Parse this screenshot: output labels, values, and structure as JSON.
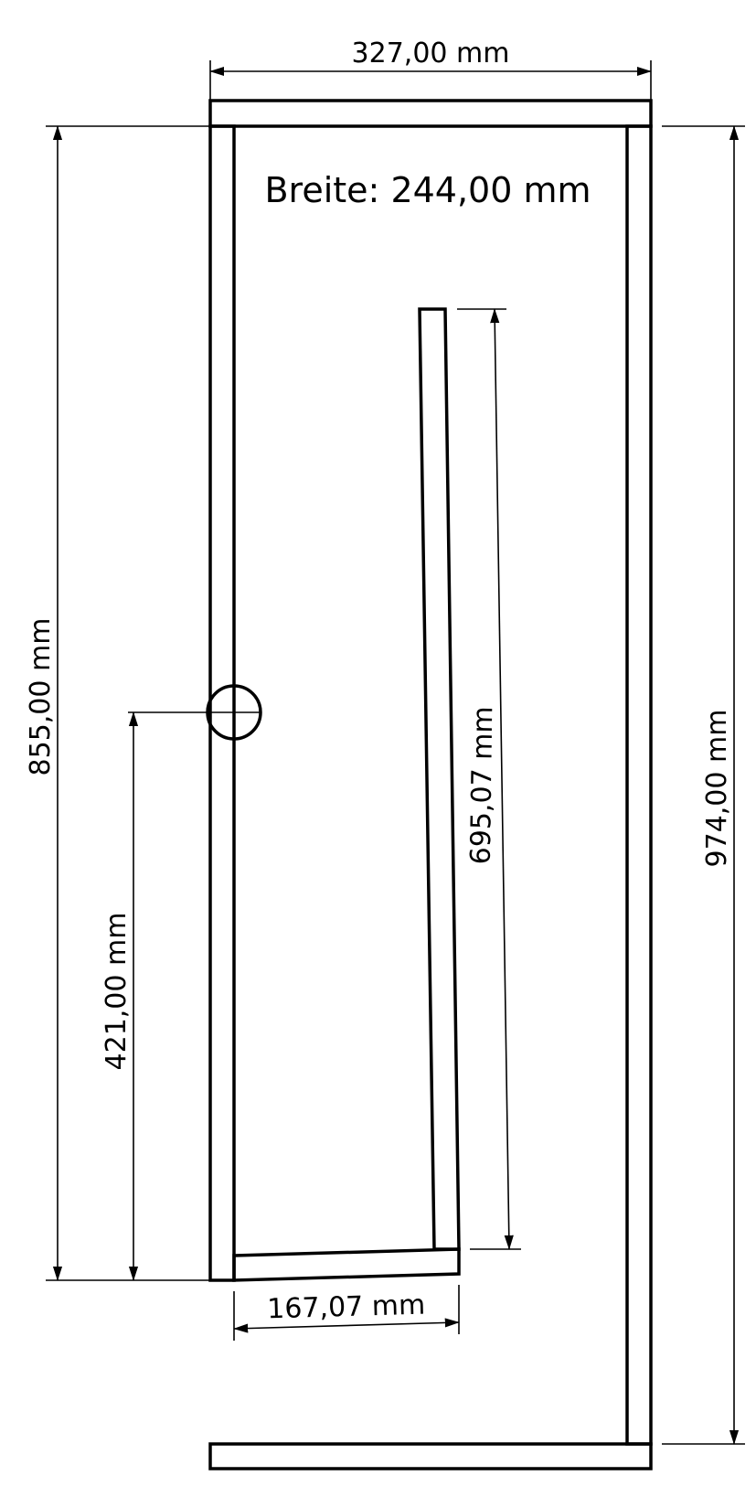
{
  "dimensions": {
    "top_width": "327,00 mm",
    "inner_width_label": "Breite: 244,00 mm",
    "left_height": "855,00 mm",
    "right_height": "974,00 mm",
    "marker_height": "421,00 mm",
    "board_height": "695,07 mm",
    "board_width": "167,07 mm"
  },
  "colors": {
    "stroke": "#000000",
    "background": "#ffffff"
  }
}
